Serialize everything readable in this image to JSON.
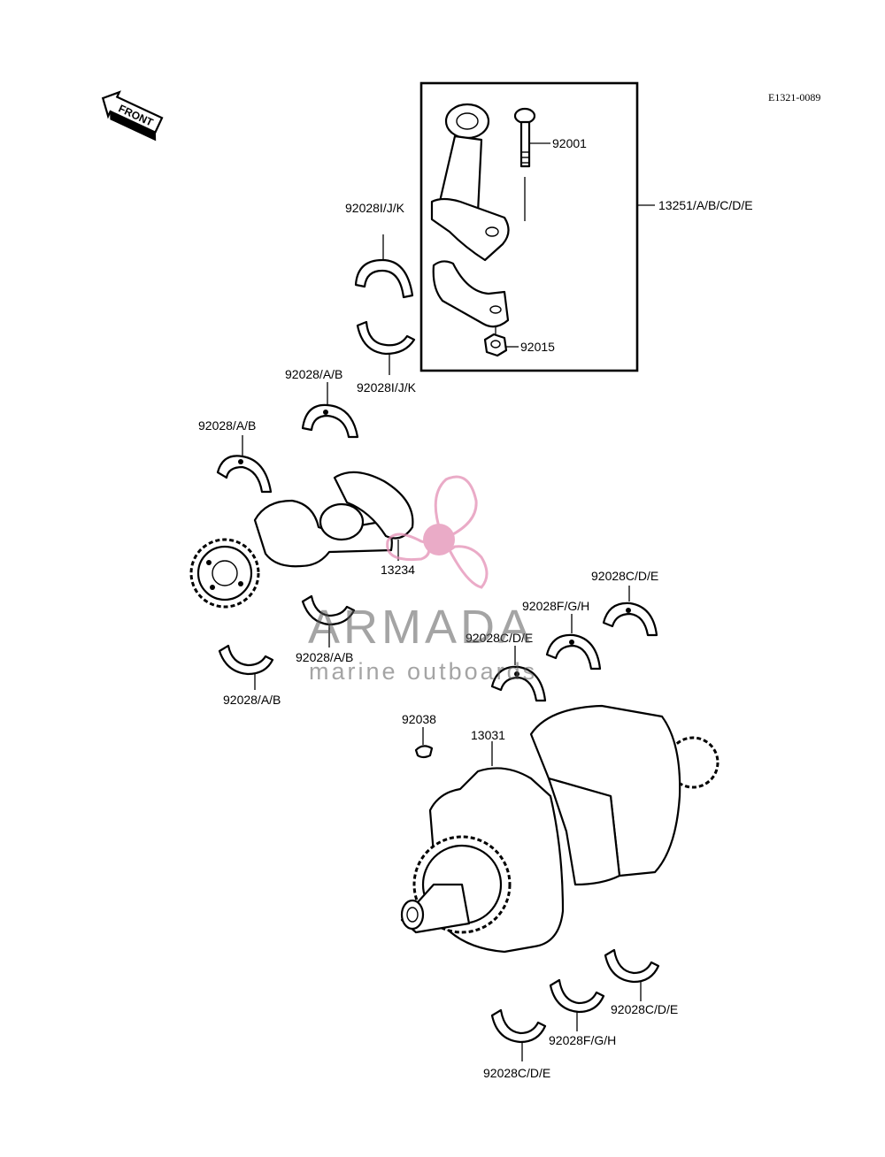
{
  "figure_id": "E1321-0089",
  "front_badge": "FRONT",
  "watermark": {
    "brand": "ARMADA",
    "tagline": "marine outboards",
    "logo_color": "#e48fb5",
    "text_color": "#5b5b5b"
  },
  "labels": {
    "bolt": "92001",
    "rod_assembly": "13251/A/B/C/D/E",
    "rod_nut": "92015",
    "rod_bearing_upper": "92028I/J/K",
    "rod_bearing_lower": "92028I/J/K",
    "balancer_bearing_1": "92028/A/B",
    "balancer_bearing_2": "92028/A/B",
    "balancer_shaft": "13234",
    "balancer_bearing_3": "92028/A/B",
    "balancer_bearing_4": "92028/A/B",
    "main_bearing_upper_1": "92028C/D/E",
    "main_bearing_upper_2": "92028F/G/H",
    "main_bearing_upper_3": "92028C/D/E",
    "key": "92038",
    "crankshaft": "13031",
    "main_bearing_lower_1": "92028C/D/E",
    "main_bearing_lower_2": "92028F/G/H",
    "main_bearing_lower_3": "92028C/D/E"
  }
}
